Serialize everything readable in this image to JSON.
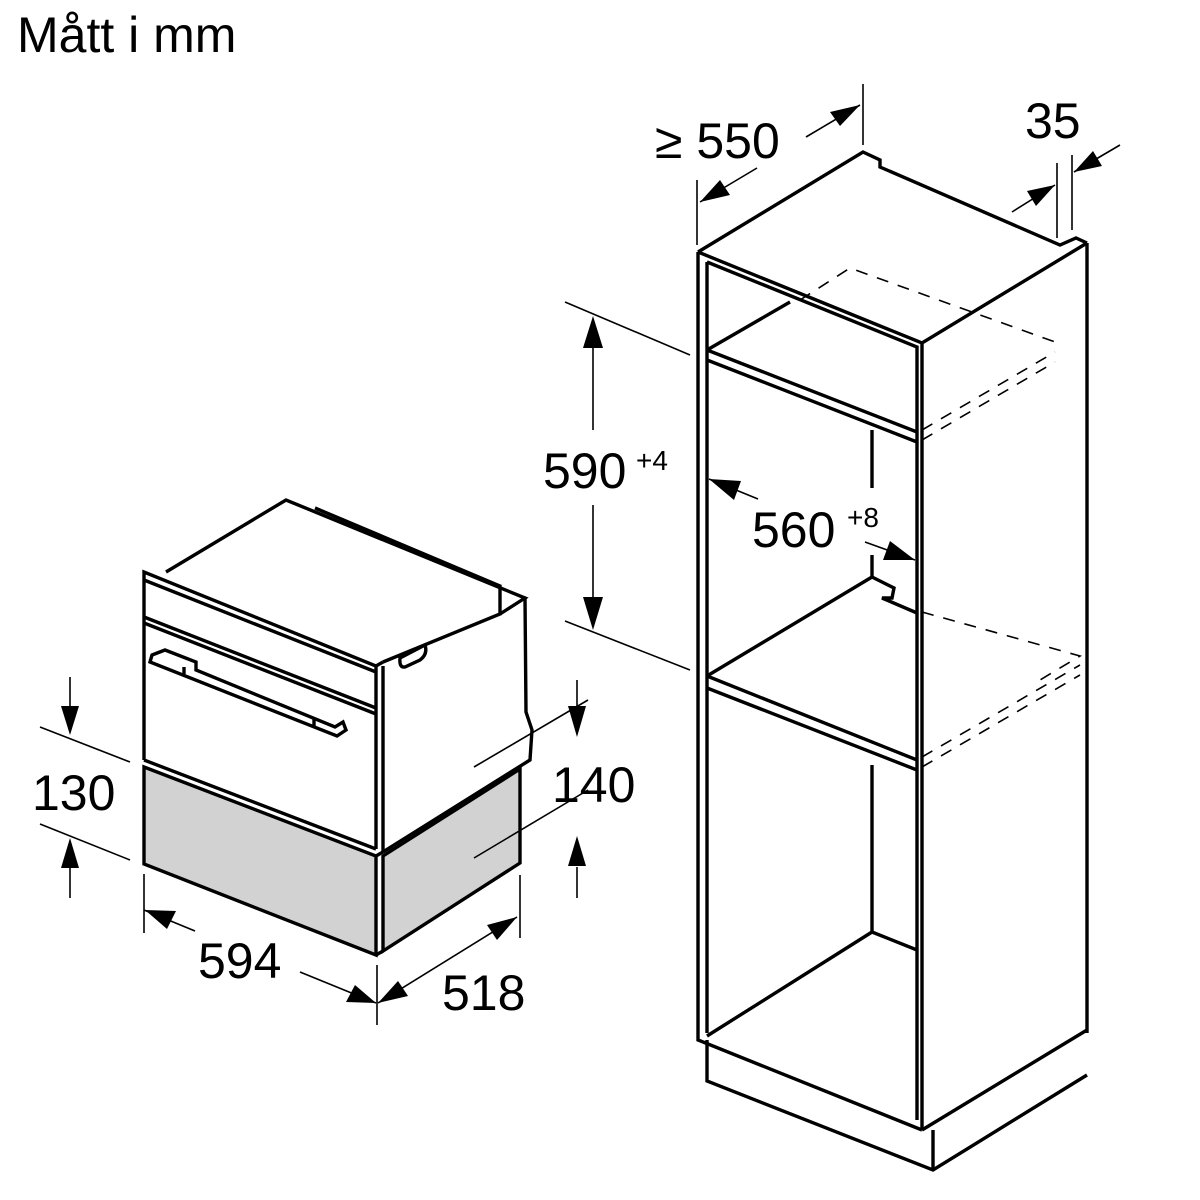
{
  "title": "Mått i mm",
  "drawing": {
    "appliance": {
      "name": "warming drawer with oven above",
      "plinth_color": "#d2d2d2",
      "dimensions": {
        "height_front": "130",
        "height_side": "140",
        "width": "594",
        "depth": "518"
      }
    },
    "cabinet": {
      "name": "tall cabinet niche",
      "dimensions": {
        "depth": "≥ 550",
        "rear_gap": "35",
        "niche_height": "590",
        "niche_height_tolerance": "+4",
        "niche_width": "560",
        "niche_width_tolerance": "+8"
      }
    }
  }
}
